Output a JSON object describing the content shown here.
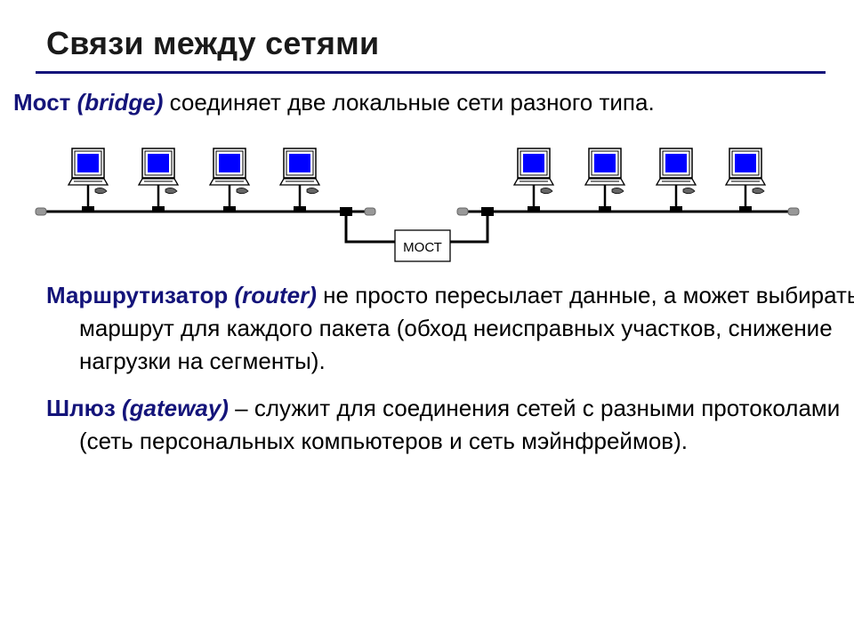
{
  "slide": {
    "title": "Связи между сетями"
  },
  "bridge_intro": {
    "term": "Мост",
    "term_en": "(bridge)",
    "text": "соединяет две локальные сети разного типа."
  },
  "diagram": {
    "bridge_label": "МОСТ",
    "left_network_computers": 4,
    "right_network_computers": 4,
    "screen_color": "#0000ff",
    "cable_color": "#000000"
  },
  "router": {
    "term": "Маршрутизатор",
    "term_en": "(router)",
    "text": "не просто пересылает данные, а может выбирать маршрут для каждого пакета (обход неисправных участков, снижение нагрузки на сегменты)."
  },
  "gateway": {
    "term": "Шлюз",
    "term_en": "(gateway)",
    "text": "– служит для соединения сетей с разными протоколами (сеть персональных компьютеров и сеть мэйнфреймов)."
  },
  "colors": {
    "accent": "#14147a",
    "background": "#ffffff"
  }
}
